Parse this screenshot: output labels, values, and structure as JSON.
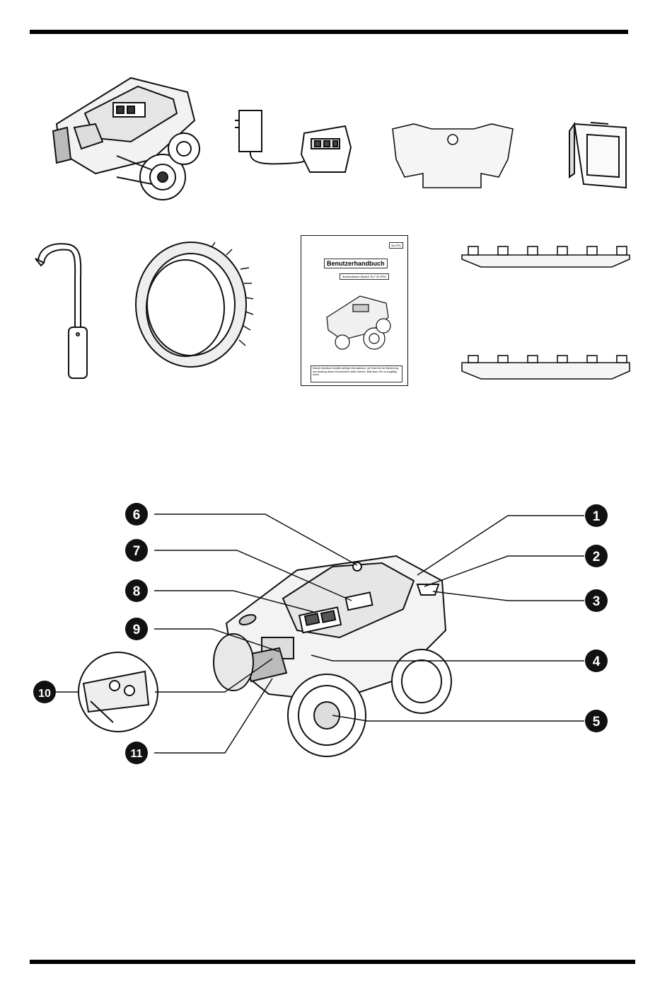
{
  "accessories": {
    "manual": {
      "title": "Benutzerhandbuch",
      "version": "Ver.P01",
      "model": "Anwendbares Modell: ELF 30 PRO",
      "note": "Dieses Handbuch enthält wichtige Informationen, die Ihnen bei der Bedienung und Wartung dieses Poolroboters helfen können. Bitte lesen Sie es sorgfältig durch."
    }
  },
  "callouts": [
    "1",
    "2",
    "3",
    "4",
    "5",
    "6",
    "7",
    "8",
    "9",
    "10",
    "11"
  ]
}
